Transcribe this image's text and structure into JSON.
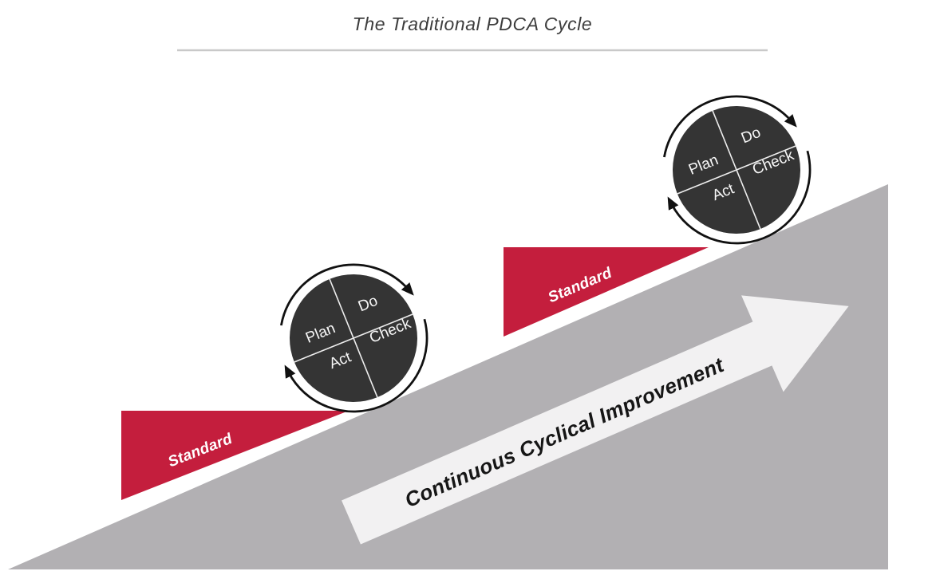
{
  "title": "The Traditional PDCA Cycle",
  "wheel": {
    "plan": "Plan",
    "do": "Do",
    "check": "Check",
    "act": "Act"
  },
  "wedges": [
    {
      "label": "Standard"
    },
    {
      "label": "Standard"
    }
  ],
  "arrow": {
    "label": "Continuous Cyclical Improvement"
  },
  "colors": {
    "red": "#c41e3d",
    "wheel_dark": "#343434",
    "slope_gray": "#b2b0b3",
    "arrow_fill": "#f2f1f2",
    "divider_gray": "#c9c9c9",
    "title_text": "#3d3d3d",
    "wheel_text": "#f7f7f7",
    "arc_black": "#111111"
  }
}
